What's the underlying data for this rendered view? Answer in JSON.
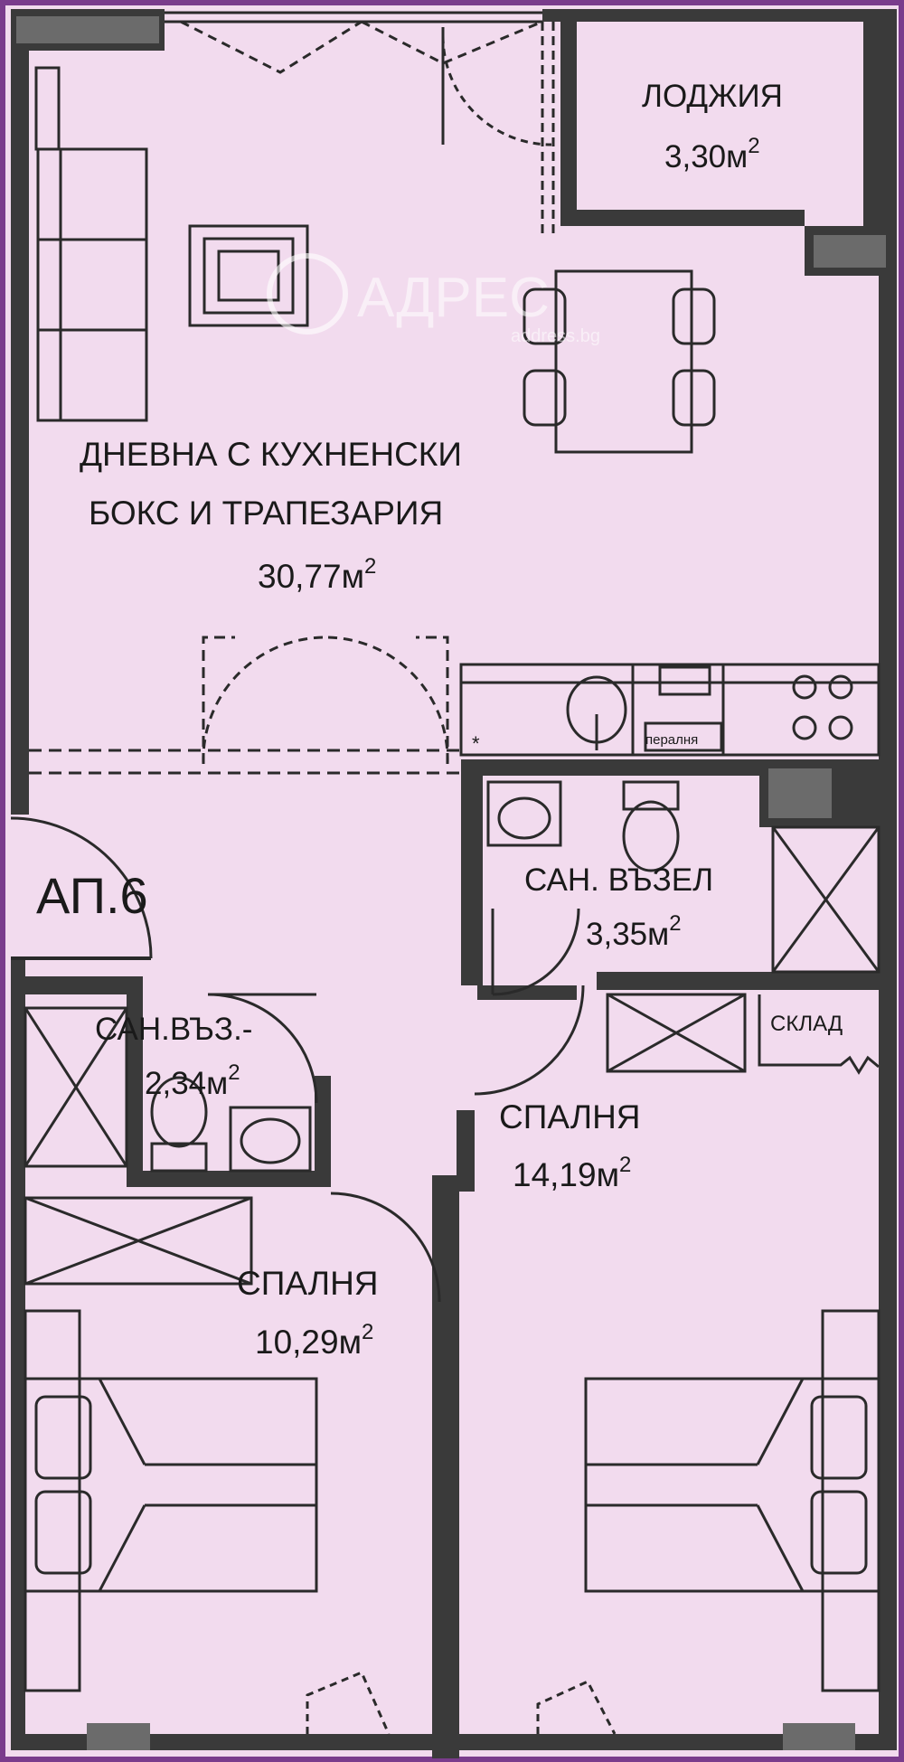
{
  "watermark": {
    "brand": "АДРЕС",
    "site": "address.bg"
  },
  "apartment": {
    "label": "АП.6"
  },
  "rooms": {
    "loggia": {
      "name": "ЛОДЖИЯ",
      "area": "3,30м",
      "sup": "2"
    },
    "living": {
      "line1": "ДНЕВНА С КУХНЕНСКИ",
      "line2": "БОКС И  ТРАПЕЗАРИЯ",
      "area": "30,77м",
      "sup": "2"
    },
    "bath1": {
      "name": "САН. ВЪЗЕЛ",
      "area": "3,35м",
      "sup": "2"
    },
    "bath2": {
      "name": "САН.ВЪЗ.-",
      "area": "2,34м",
      "sup": "2"
    },
    "storage": {
      "name": "СКЛАД"
    },
    "bedroom_large": {
      "name": "СПАЛНЯ",
      "area": "14,19м",
      "sup": "2"
    },
    "bedroom_small": {
      "name": "СПАЛНЯ",
      "area": "10,29м",
      "sup": "2"
    }
  },
  "fixtures": {
    "washer": "пералня",
    "asterisk": "*"
  },
  "colors": {
    "floor": "#f2dbee",
    "wall": "#3a3a3a",
    "frame": "#7a3c8c",
    "line": "#2a2a2a"
  }
}
